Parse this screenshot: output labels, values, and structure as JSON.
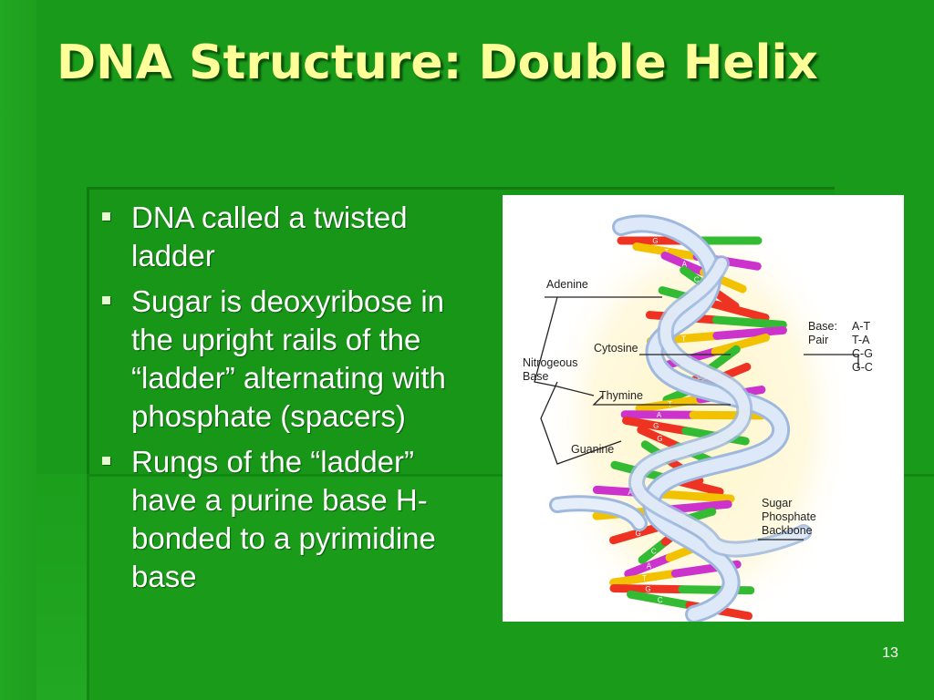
{
  "slide": {
    "title": "DNA Structure: Double Helix",
    "bullets": [
      "DNA called a twisted ladder",
      "Sugar is deoxyribose in the upright rails of the “ladder” alternating with phosphate (spacers)",
      "Rungs of the “ladder” have a purine base H-bonded to a pyrimidine base"
    ],
    "page_number": "13"
  },
  "diagram": {
    "labels": {
      "adenine": "Adenine",
      "cytosine": "Cytosine",
      "nitrogenous_base_1": "Nitrogeous",
      "nitrogenous_base_2": "Base",
      "thymine": "Thymine",
      "guanine": "Guanine",
      "base_pair_1": "Base:",
      "base_pair_2": "Pair",
      "sugar_1": "Sugar",
      "sugar_2": "Phosphate",
      "sugar_3": "Backbone"
    },
    "base_pairs": [
      "A-T",
      "T-A",
      "C-G",
      "G-C"
    ],
    "rung_letters": [
      "G",
      "T",
      "A",
      "C",
      "C",
      "G",
      "T",
      "A",
      "G",
      "C",
      "T",
      "A",
      "G",
      "G",
      "C",
      "C",
      "A",
      "T",
      "G",
      "C",
      "A",
      "T",
      "G",
      "C"
    ],
    "colors": {
      "adenine": "#cc33cc",
      "thymine": "#f2c200",
      "cytosine": "#33bb33",
      "guanine": "#ee3322",
      "backbone": "#cfe0f5",
      "background": "#1a9a1a",
      "title": "#ffff99"
    }
  }
}
